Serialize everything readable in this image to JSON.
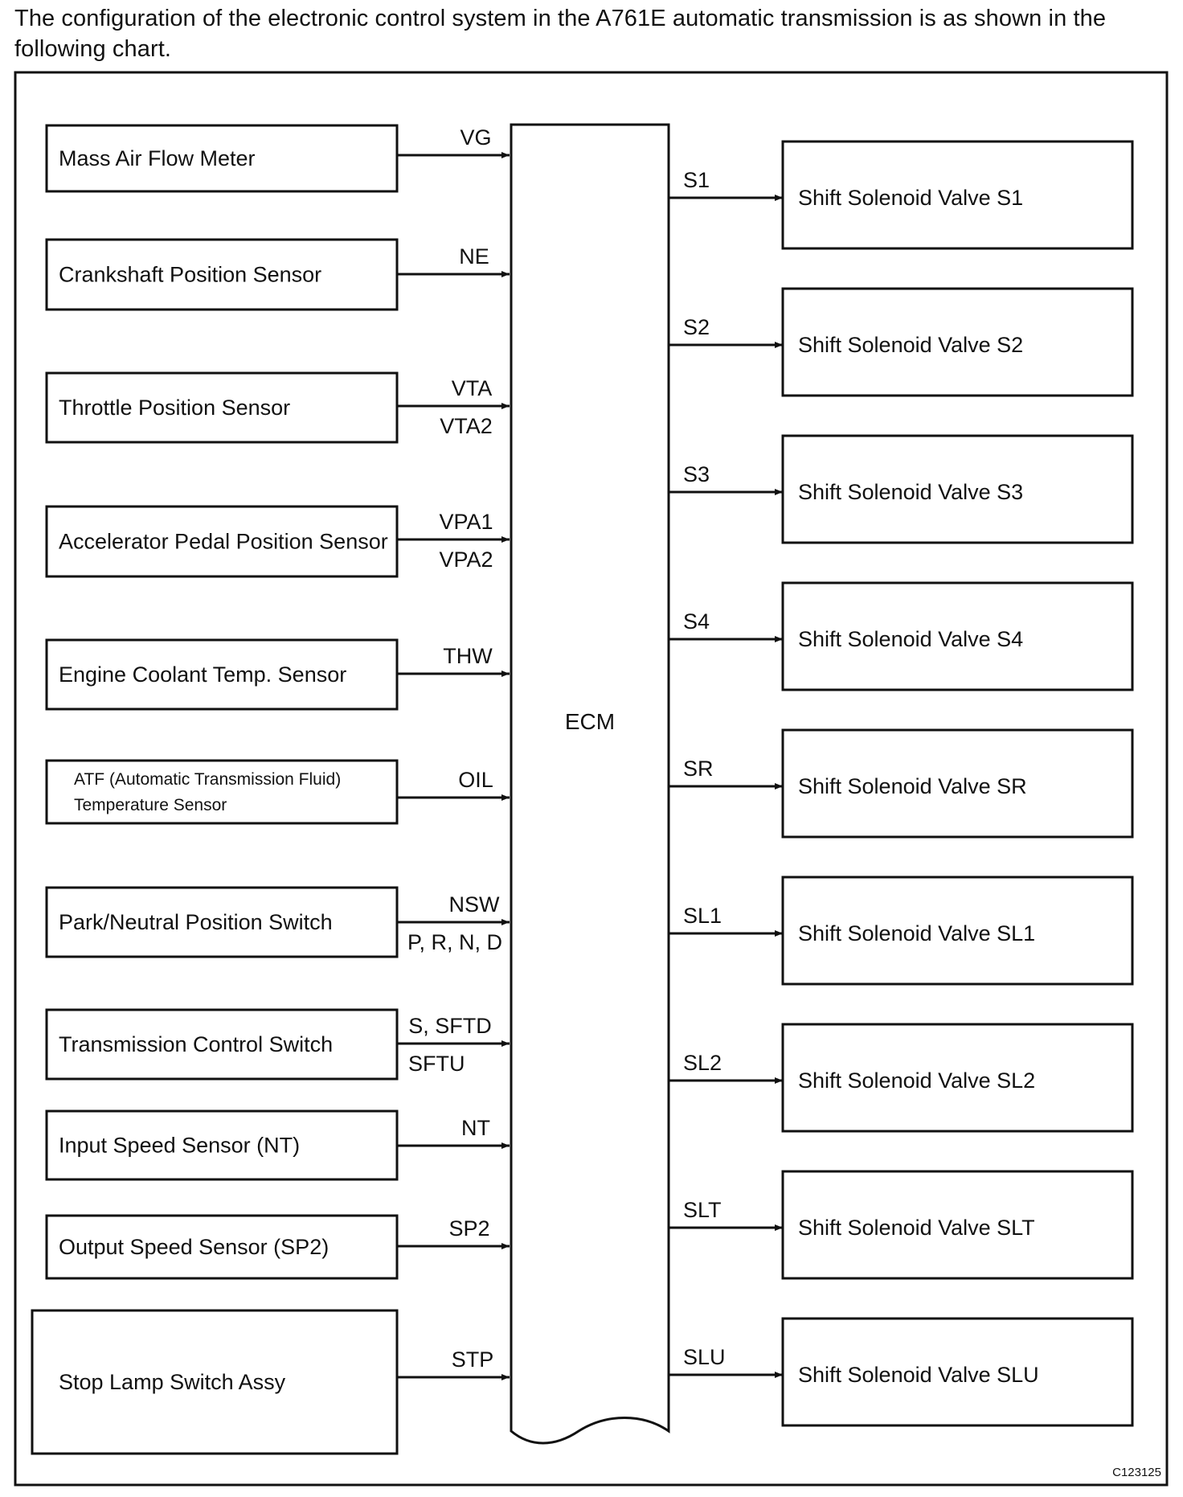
{
  "intro_text": "The configuration of the electronic control system in the A761E automatic transmission is as shown in the following chart.",
  "ecm_label": "ECM",
  "figure_code": "C123125",
  "inputs": [
    {
      "name": "Mass Air Flow Meter",
      "signals": [
        "VG"
      ]
    },
    {
      "name": "Crankshaft Position Sensor",
      "signals": [
        "NE"
      ]
    },
    {
      "name": "Throttle Position Sensor",
      "signals": [
        "VTA",
        "VTA2"
      ]
    },
    {
      "name": "Accelerator Pedal Position Sensor",
      "signals": [
        "VPA1",
        "VPA2"
      ]
    },
    {
      "name": "Engine Coolant Temp. Sensor",
      "signals": [
        "THW"
      ]
    },
    {
      "name_lines": [
        "ATF (Automatic Transmission Fluid)",
        "Temperature Sensor"
      ],
      "signals": [
        "OIL"
      ]
    },
    {
      "name": "Park/Neutral Position Switch",
      "signals": [
        "NSW",
        "P, R, N, D"
      ]
    },
    {
      "name": "Transmission Control Switch",
      "signals": [
        "S, SFTD",
        "SFTU"
      ]
    },
    {
      "name": "Input Speed Sensor (NT)",
      "signals": [
        "NT"
      ]
    },
    {
      "name": "Output Speed Sensor (SP2)",
      "signals": [
        "SP2"
      ]
    },
    {
      "name": "Stop Lamp Switch Assy",
      "signals": [
        "STP"
      ]
    }
  ],
  "outputs": [
    {
      "signal": "S1",
      "name": "Shift Solenoid Valve S1"
    },
    {
      "signal": "S2",
      "name": "Shift Solenoid Valve S2"
    },
    {
      "signal": "S3",
      "name": "Shift Solenoid Valve S3"
    },
    {
      "signal": "S4",
      "name": "Shift Solenoid Valve S4"
    },
    {
      "signal": "SR",
      "name": "Shift Solenoid Valve SR"
    },
    {
      "signal": "SL1",
      "name": "Shift Solenoid Valve SL1"
    },
    {
      "signal": "SL2",
      "name": "Shift Solenoid Valve SL2"
    },
    {
      "signal": "SLT",
      "name": "Shift Solenoid Valve SLT"
    },
    {
      "signal": "SLU",
      "name": "Shift Solenoid Valve SLU"
    }
  ]
}
